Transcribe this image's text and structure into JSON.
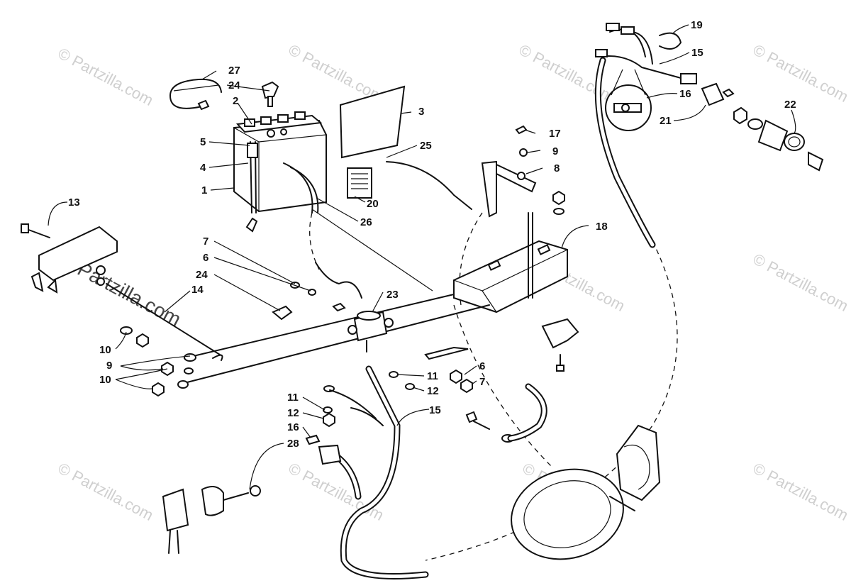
{
  "watermark": {
    "text": "© Partzilla.com",
    "color": "#cfcfcf",
    "prominent_color": "#444444"
  },
  "callouts": [
    "1",
    "2",
    "3",
    "4",
    "5",
    "6",
    "7",
    "8",
    "9",
    "10",
    "11",
    "12",
    "13",
    "14",
    "15",
    "16",
    "17",
    "18",
    "19",
    "20",
    "21",
    "22",
    "23",
    "24",
    "25",
    "26",
    "27",
    "28"
  ],
  "label_instances": {
    "n1": "1",
    "n2": "2",
    "n3": "3",
    "n4": "4",
    "n5": "5",
    "n6a": "6",
    "n6b": "6",
    "n7a": "7",
    "n7b": "7",
    "n8": "8",
    "n9a": "9",
    "n9b": "9",
    "n10a": "10",
    "n10b": "10",
    "n11a": "11",
    "n11b": "11",
    "n12a": "12",
    "n12b": "12",
    "n13": "13",
    "n14": "14",
    "n15a": "15",
    "n15b": "15",
    "n16a": "16",
    "n16b": "16",
    "n17": "17",
    "n18": "18",
    "n19": "19",
    "n20": "20",
    "n21": "21",
    "n22": "22",
    "n23": "23",
    "n24a": "24",
    "n24b": "24",
    "n25": "25",
    "n26": "26",
    "n27": "27",
    "n28": "28"
  }
}
